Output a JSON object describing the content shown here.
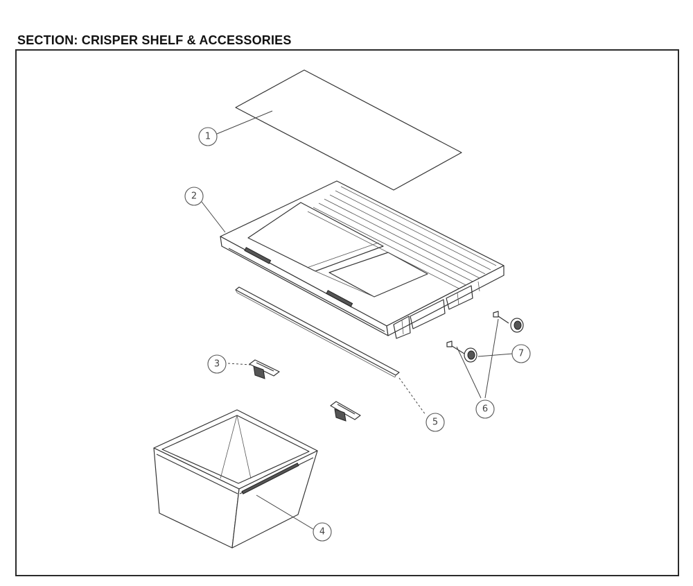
{
  "section": {
    "title": "SECTION: CRISPER SHELF & ACCESSORIES"
  },
  "callouts": [
    {
      "number": "1",
      "part": "shelf-glass"
    },
    {
      "number": "2",
      "part": "shelf-frame"
    },
    {
      "number": "3",
      "part": "clip-left"
    },
    {
      "number": "4",
      "part": "crisper-drawer"
    },
    {
      "number": "5",
      "part": "front-trim"
    },
    {
      "number": "6",
      "part": "screws"
    },
    {
      "number": "7",
      "part": "rollers"
    }
  ]
}
